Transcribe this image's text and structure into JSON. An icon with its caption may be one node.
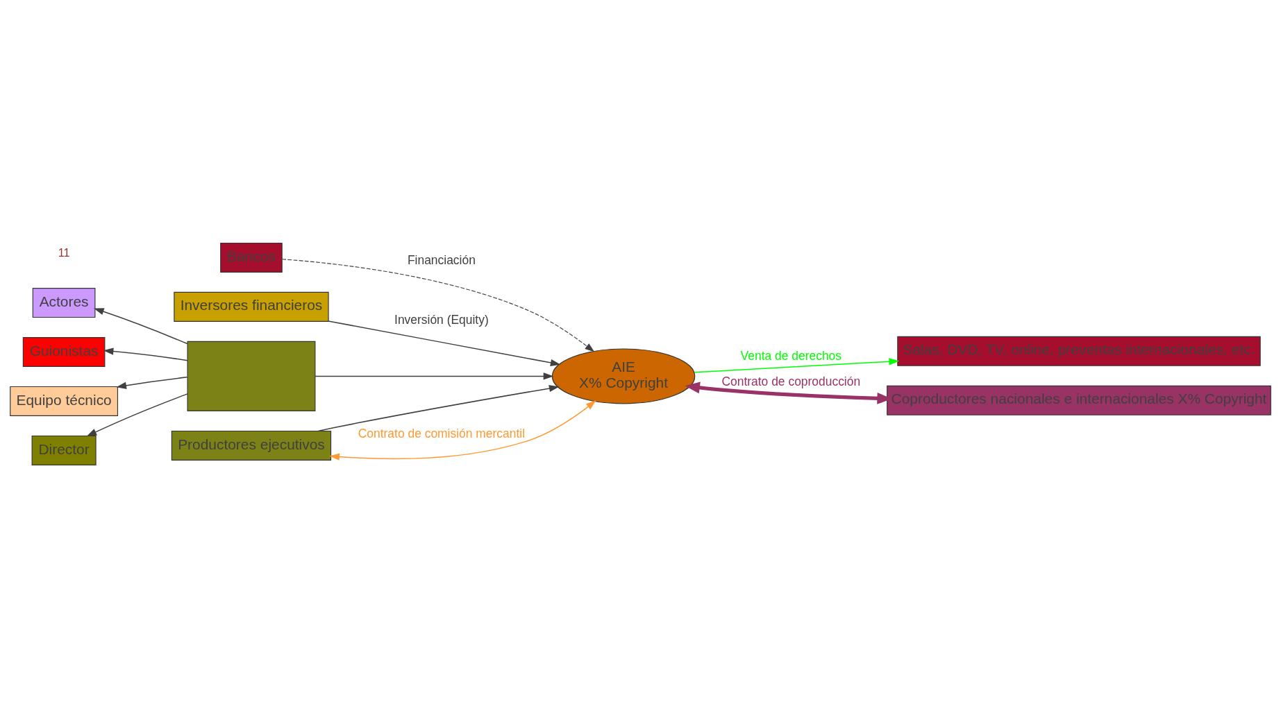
{
  "diagram": {
    "nodes": [
      {
        "text": [
          "Bancos"
        ]
      },
      {
        "text": [
          "Inversores financieros"
        ]
      },
      {
        "text": [
          "Actores"
        ]
      },
      {
        "text": [
          "Guionistas"
        ]
      },
      {
        "text": [
          "Equipo técnico"
        ]
      },
      {
        "text": [
          "Director"
        ]
      },
      {
        "text": [],
        "shape": "box"
      },
      {
        "text": [
          "Productores ejecutivos"
        ]
      },
      {
        "text": [
          "AIE",
          "X% Copyright"
        ]
      },
      {
        "text": [
          "Salas, DVD, TV, online, preventas internacionales, etc."
        ]
      },
      {
        "text": [
          "Coproductores nacionales e internacionales X% Copyright"
        ]
      }
    ],
    "edges": [
      {
        "from": 0,
        "to": 8,
        "arrow": "to",
        "style": "dashed",
        "label": "Financiación"
      },
      {
        "from": 1,
        "to": 8,
        "arrow": "to",
        "label": "Inversión (Equity)"
      },
      {
        "from": 6,
        "to": 8,
        "arrow": "to"
      },
      {
        "from": 7,
        "to": 8,
        "arrow": "to"
      },
      {
        "from": 7,
        "to": 8,
        "arrow": "both",
        "color": "#ff9933",
        "label": "Contrato de comisión mercantil"
      },
      {
        "from": 8,
        "to": 9,
        "arrow": "to",
        "color": "#00ff00",
        "label": "Venta de derechos"
      },
      {
        "from": 8,
        "to": 10,
        "arrow": "both",
        "color": "#993366",
        "style": "thick",
        "label": "Contrato de coproducción"
      },
      {
        "from": 6,
        "to": 2,
        "arrow": "to"
      },
      {
        "from": 6,
        "to": 3,
        "arrow": "to"
      },
      {
        "from": 6,
        "to": 4,
        "arrow": "to"
      },
      {
        "from": 6,
        "to": 5,
        "arrow": "to"
      }
    ],
    "labels": [
      "11"
    ]
  }
}
